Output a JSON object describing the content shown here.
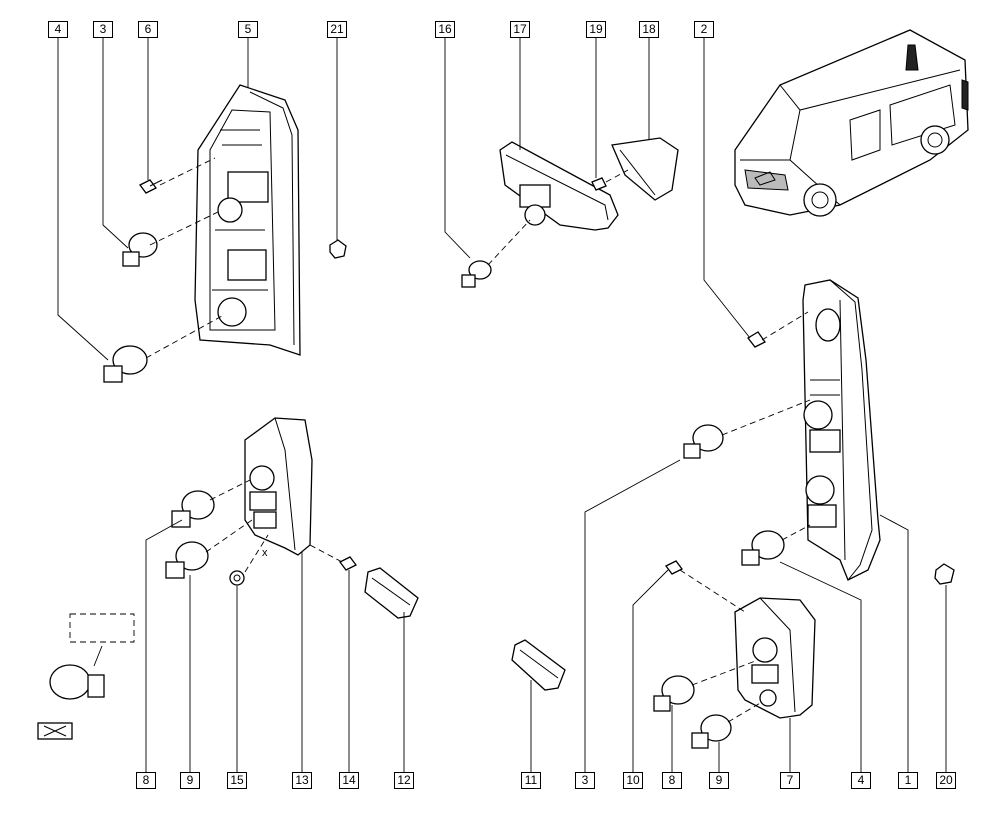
{
  "callouts": {
    "top": [
      {
        "id": "c-top-4",
        "label": "4"
      },
      {
        "id": "c-top-3",
        "label": "3"
      },
      {
        "id": "c-top-6",
        "label": "6"
      },
      {
        "id": "c-top-5",
        "label": "5"
      },
      {
        "id": "c-top-21",
        "label": "21"
      },
      {
        "id": "c-top-16",
        "label": "16"
      },
      {
        "id": "c-top-17",
        "label": "17"
      },
      {
        "id": "c-top-19",
        "label": "19"
      },
      {
        "id": "c-top-18",
        "label": "18"
      },
      {
        "id": "c-top-2",
        "label": "2"
      }
    ],
    "bottom": [
      {
        "id": "c-bot-8a",
        "label": "8"
      },
      {
        "id": "c-bot-9a",
        "label": "9"
      },
      {
        "id": "c-bot-15",
        "label": "15"
      },
      {
        "id": "c-bot-13",
        "label": "13"
      },
      {
        "id": "c-bot-14",
        "label": "14"
      },
      {
        "id": "c-bot-12",
        "label": "12"
      },
      {
        "id": "c-bot-11",
        "label": "11"
      },
      {
        "id": "c-bot-3",
        "label": "3"
      },
      {
        "id": "c-bot-10",
        "label": "10"
      },
      {
        "id": "c-bot-8b",
        "label": "8"
      },
      {
        "id": "c-bot-9b",
        "label": "9"
      },
      {
        "id": "c-bot-7",
        "label": "7"
      },
      {
        "id": "c-bot-4",
        "label": "4"
      },
      {
        "id": "c-bot-1",
        "label": "1"
      },
      {
        "id": "c-bot-20",
        "label": "20"
      }
    ]
  },
  "annotations": {
    "x_mark": "x"
  }
}
